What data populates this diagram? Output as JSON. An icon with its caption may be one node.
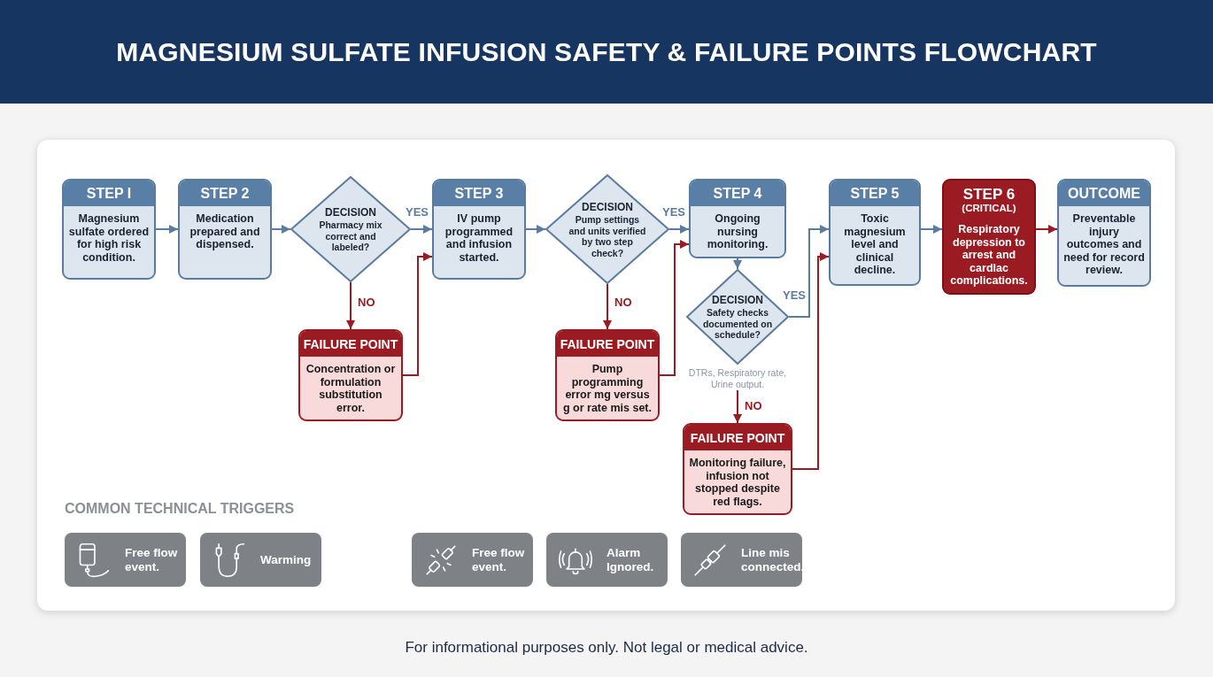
{
  "diagram": {
    "title": "MAGNESIUM SULFATE INFUSION SAFETY & FAILURE POINTS FLOWCHART",
    "caption": "For informational purposes only. Not legal or medical advice.",
    "nodes": [
      {
        "text": [
          "STEP I",
          "Magnesium sulfate ordered for high risk condition."
        ]
      },
      {
        "text": [
          "STEP 2",
          "Medication prepared and dispensed."
        ]
      },
      {
        "text": [
          "DECISION",
          "Pharmacy mix correct and labeled?"
        ]
      },
      {
        "text": [
          "FAILURE POINT",
          "Concentration or formulation substitution error."
        ]
      },
      {
        "text": [
          "STEP 3",
          "IV pump programmed and infusion started."
        ]
      },
      {
        "text": [
          "DECISION",
          "Pump settings and units verified by two step check?"
        ]
      },
      {
        "text": [
          "FAILURE POINT",
          "Pump programming error mg versus g or rate mis set."
        ]
      },
      {
        "text": [
          "STEP 4",
          "Ongoing nursing monitoring."
        ]
      },
      {
        "text": [
          "DECISION",
          "Safety checks documented on schedule?"
        ],
        "beside": [
          "DTRs, Respiratory rate, Urine output."
        ]
      },
      {
        "text": [
          "FAILURE POINT",
          "Monitoring failure, infusion not stopped despite red flags."
        ]
      },
      {
        "text": [
          "STEP 5",
          "Toxic magnesium level and clinical decline."
        ]
      },
      {
        "text": [
          "STEP 6",
          "(CRITICAL)",
          "Respiratory depression to arrest and cardlac complications."
        ]
      },
      {
        "text": [
          "OUTCOME",
          "Preventable injury outcomes and need for record review."
        ]
      },
      {
        "text": [
          "Free flow event."
        ]
      },
      {
        "text": [
          "Warming"
        ]
      },
      {
        "text": [
          "Free flow event."
        ]
      },
      {
        "text": [
          "Alarm Ignored."
        ]
      },
      {
        "text": [
          "Line mis connected."
        ]
      }
    ],
    "edges": [
      {
        "from": 0,
        "to": 1,
        "arrow": "to"
      },
      {
        "from": 1,
        "to": 2,
        "arrow": "to"
      },
      {
        "from": 2,
        "to": 4,
        "arrow": "to",
        "label": "YES"
      },
      {
        "from": 2,
        "to": 3,
        "arrow": "to",
        "label": "NO",
        "color": "#9b1b22"
      },
      {
        "from": 3,
        "to": 4,
        "arrow": "to",
        "color": "#9b1b22"
      },
      {
        "from": 4,
        "to": 5,
        "arrow": "to"
      },
      {
        "from": 5,
        "to": 7,
        "arrow": "to",
        "label": "YES"
      },
      {
        "from": 5,
        "to": 6,
        "arrow": "to",
        "label": "NO",
        "color": "#9b1b22"
      },
      {
        "from": 6,
        "to": 7,
        "arrow": "to",
        "color": "#9b1b22"
      },
      {
        "from": 7,
        "to": 8,
        "arrow": "to"
      },
      {
        "from": 8,
        "to": 10,
        "arrow": "to",
        "label": "YES"
      },
      {
        "from": 8,
        "to": 9,
        "arrow": "to",
        "label": "NO",
        "color": "#9b1b22"
      },
      {
        "from": 9,
        "to": 10,
        "arrow": "to",
        "color": "#9b1b22"
      },
      {
        "from": 10,
        "to": 11,
        "arrow": "to"
      },
      {
        "from": 11,
        "to": 12,
        "arrow": "to",
        "color": "#9b1b22"
      }
    ],
    "labels": [
      "COMMON TECHNICAL TRIGGERS"
    ]
  }
}
